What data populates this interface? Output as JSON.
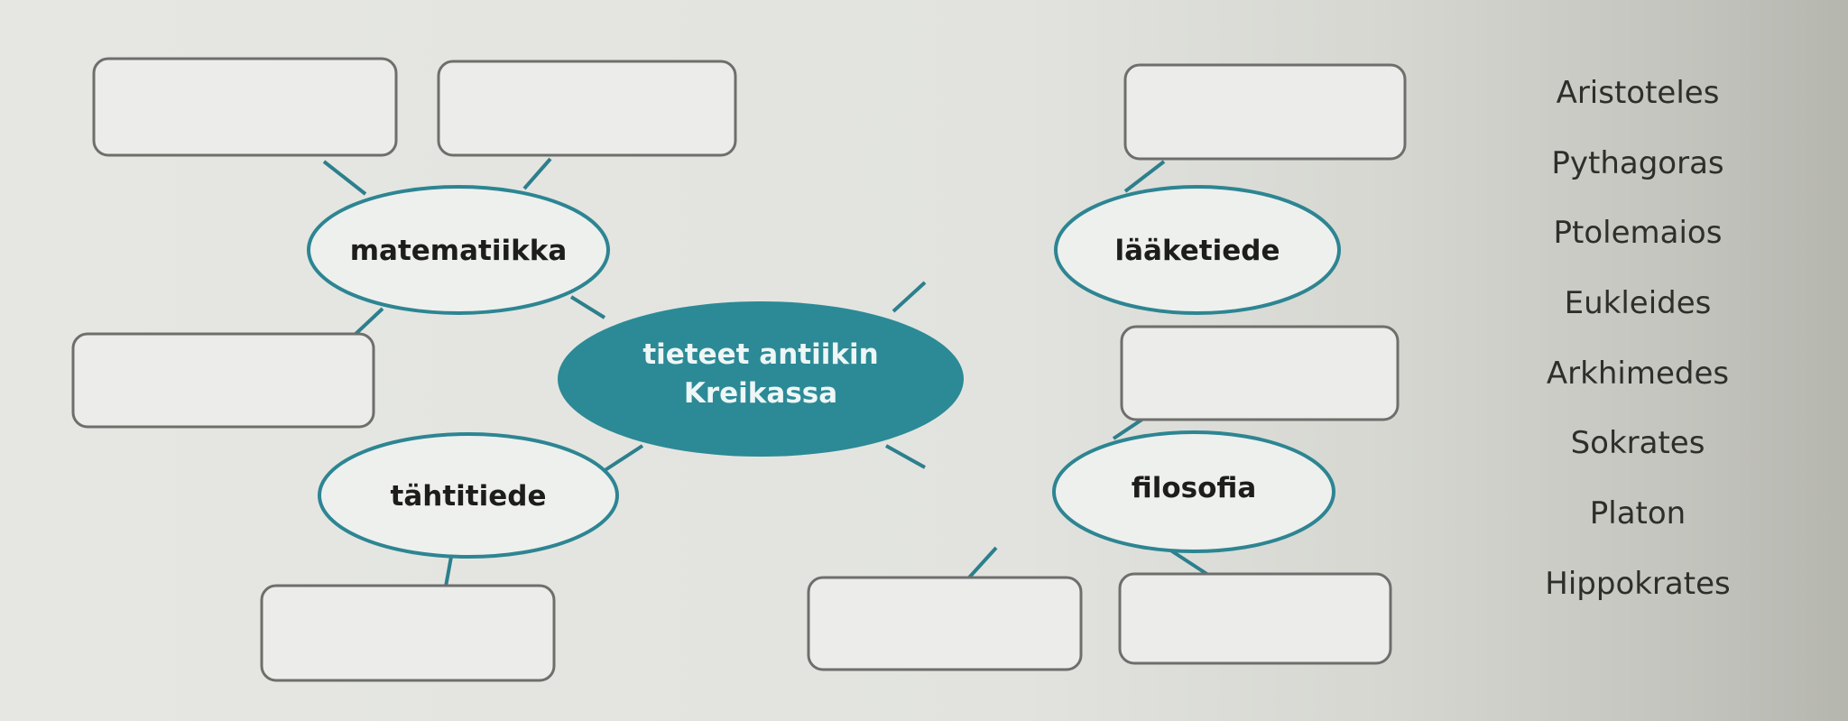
{
  "diagram": {
    "center": {
      "line1": "tieteet antiikin",
      "line2": "Kreikassa"
    },
    "branches": [
      "matematiikka",
      "lääketiede",
      "tähtitiede",
      "filosofia"
    ],
    "names": [
      "Aristoteles",
      "Pythagoras",
      "Ptolemaios",
      "Eukleides",
      "Arkhimedes",
      "Sokrates",
      "Platon",
      "Hippokrates"
    ],
    "colors": {
      "teal": "#2b8a96"
    }
  }
}
